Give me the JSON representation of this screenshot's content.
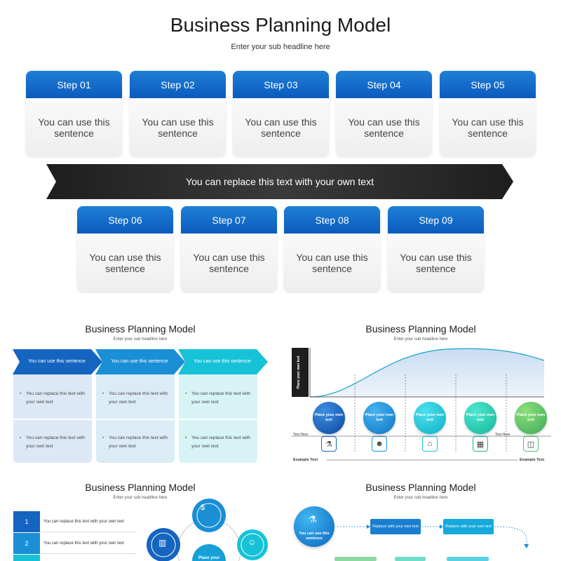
{
  "main": {
    "title": "Business Planning Model",
    "subtitle": "Enter your sub headline here",
    "steps_top": [
      {
        "label": "Step 01",
        "text": "You can use this sentence"
      },
      {
        "label": "Step 02",
        "text": "You can use this sentence"
      },
      {
        "label": "Step 03",
        "text": "You can use this sentence"
      },
      {
        "label": "Step 04",
        "text": "You can use this sentence"
      },
      {
        "label": "Step 05",
        "text": "You can use this sentence"
      }
    ],
    "arrow_text": "You can replace this text with your own text",
    "steps_bottom": [
      {
        "label": "Step 06",
        "text": "You can use this sentence"
      },
      {
        "label": "Step 07",
        "text": "You can use this sentence"
      },
      {
        "label": "Step 08",
        "text": "You can use this sentence"
      },
      {
        "label": "Step 09",
        "text": "You can use this sentence"
      }
    ]
  },
  "thumb1": {
    "title": "Business Planning Model",
    "subtitle": "Enter your sub headline here",
    "columns": [
      {
        "head": "You can use this sentence",
        "cells": [
          "You can replace this text with your own text",
          "You can replace this text with your own text"
        ],
        "color": "#1565c0"
      },
      {
        "head": "You can use this sentence",
        "cells": [
          "You can replace this text with your own text",
          "You can replace this text with your own text"
        ],
        "color": "#1a8fd6"
      },
      {
        "head": "You can use this sentence",
        "cells": [
          "You can replace this text with your own text",
          "You can replace this text with your own text"
        ],
        "color": "#17c2d8"
      }
    ]
  },
  "thumb2": {
    "title": "Business Planning Model",
    "subtitle": "Enter your sub headline here",
    "axis_label": "Place your own text",
    "bubbles": [
      "Place your own text",
      "Place your own text",
      "Place your own text",
      "Place your own text",
      "Place your own text"
    ],
    "text_left": "Text Here",
    "text_right": "Text Here",
    "example_left": "Example Text",
    "example_right": "Example Text"
  },
  "thumb3": {
    "title": "Business Planning Model",
    "subtitle": "Enter your sub headline here",
    "rows": [
      {
        "num": "1",
        "text": "You can replace this text with your own text"
      },
      {
        "num": "2",
        "text": "You can replace this text with your own text"
      }
    ],
    "center_text": "Place your"
  },
  "thumb4": {
    "title": "Business Planning Model",
    "subtitle": "Enter your sub headline here",
    "circle_text": "You can use this sentence",
    "box1": "Replace with your own text",
    "box2": "Replace with your own text"
  },
  "colors": {
    "blue_head": "#0b5bbd",
    "arrow_dark": "#2a2a2a",
    "teal": "#17c2d8",
    "green": "#4bbf73"
  }
}
